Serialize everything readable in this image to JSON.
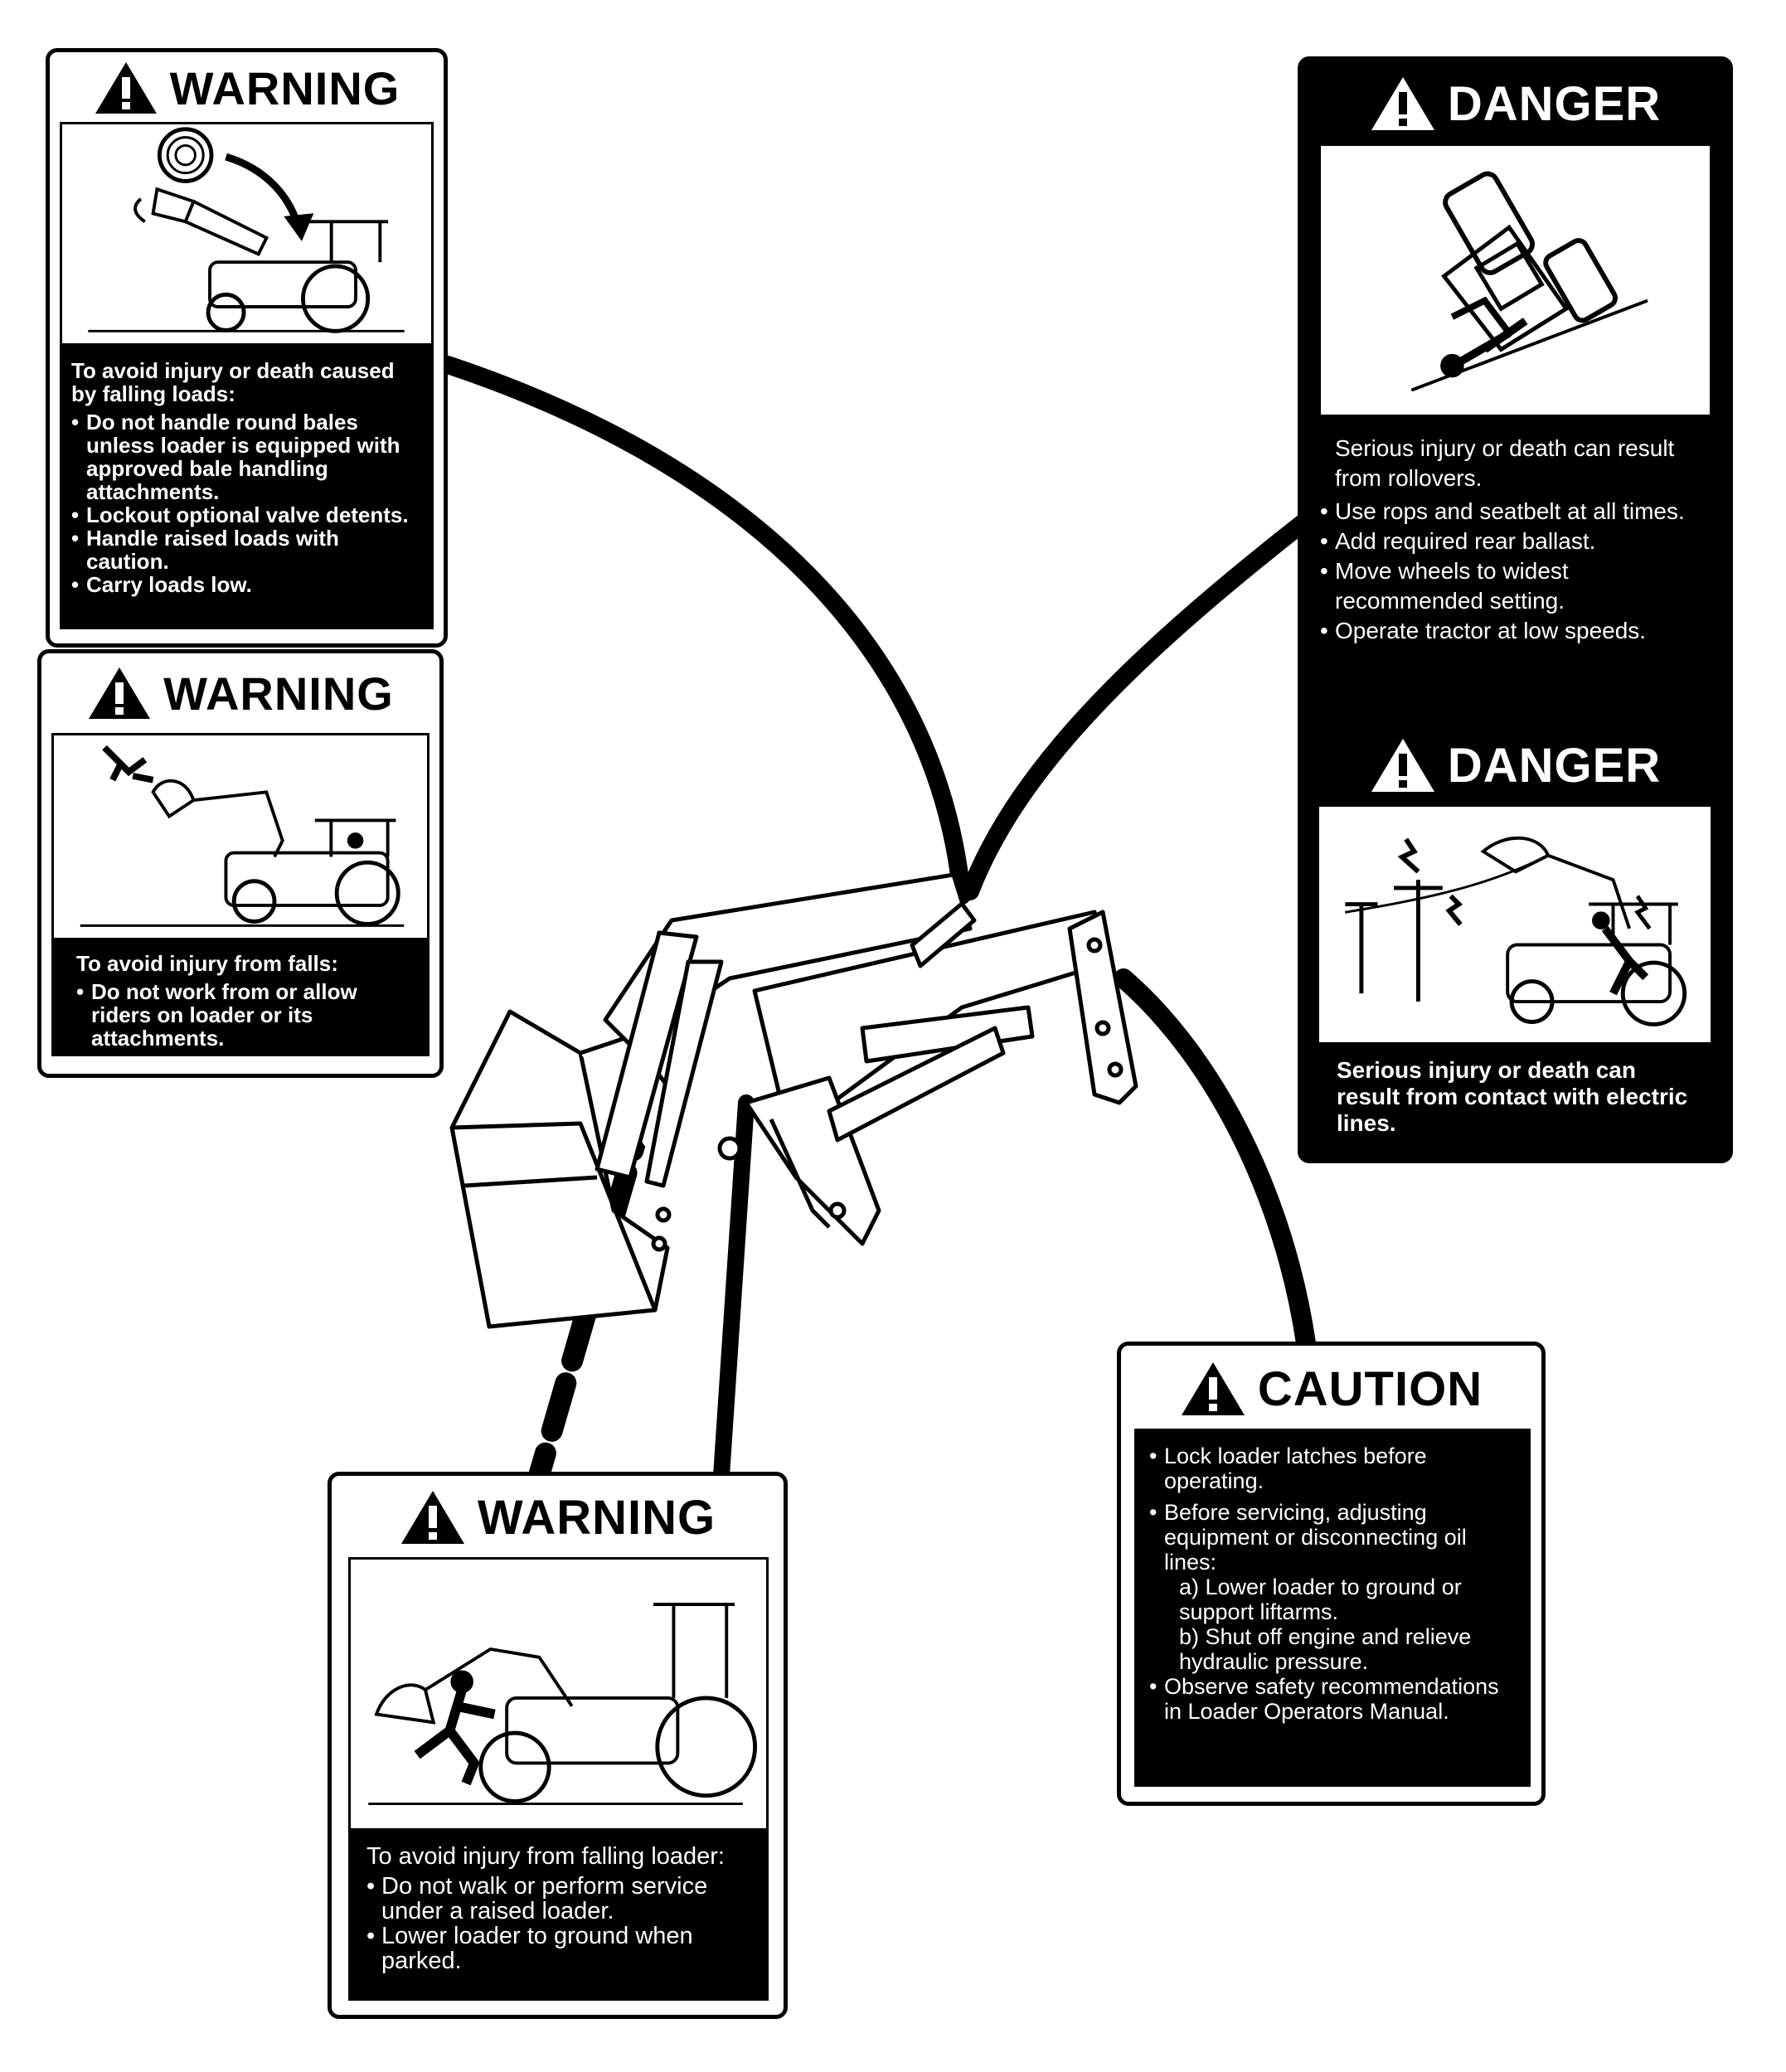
{
  "decals": {
    "warning_falling_loads": {
      "signal": "WARNING",
      "intro": "To avoid injury or death caused by falling loads:",
      "items": [
        "Do not handle round bales unless loader is equipped with approved bale handling attachments.",
        "Lockout optional valve detents.",
        "Handle raised loads with caution.",
        "Carry loads low."
      ]
    },
    "warning_falls": {
      "signal": "WARNING",
      "intro": "To avoid injury from falls:",
      "items": [
        "Do not work from or allow riders on loader or its attachments."
      ]
    },
    "danger_rollovers": {
      "signal": "DANGER",
      "intro": "Serious injury or death can result from rollovers.",
      "items": [
        "Use rops and seatbelt at all times.",
        "Add required rear ballast.",
        "Move wheels to widest recommended setting.",
        "Operate tractor at low speeds."
      ]
    },
    "danger_electric": {
      "signal": "DANGER",
      "intro": "Serious injury or death can result from contact with electric lines."
    },
    "warning_falling_loader": {
      "signal": "WARNING",
      "intro": "To avoid injury from falling loader:",
      "items": [
        "Do not walk or perform service under a raised loader.",
        "Lower loader to ground when parked."
      ]
    },
    "caution_latches": {
      "signal": "CAUTION",
      "items": [
        "Lock loader latches before operating.",
        "Before servicing, adjusting equipment or disconnecting oil lines:",
        "Observe safety recommendations in Loader Operators Manual."
      ],
      "subitems": [
        "a) Lower loader to ground or support liftarms.",
        "b) Shut off engine and relieve hydraulic pressure."
      ]
    }
  }
}
